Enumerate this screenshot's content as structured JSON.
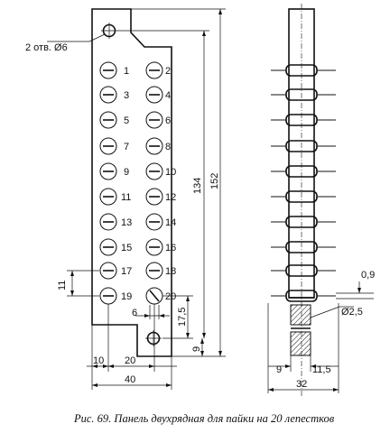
{
  "front": {
    "hole_callout": "2 отв. Ø6",
    "pins_left": [
      "1",
      "3",
      "5",
      "7",
      "9",
      "11",
      "13",
      "15",
      "17",
      "19"
    ],
    "pins_right": [
      "2",
      "4",
      "6",
      "8",
      "10",
      "12",
      "14",
      "16",
      "18",
      "20"
    ],
    "dim_11": "11",
    "dim_6": "6",
    "dim_17_5": "17,5",
    "dim_134": "134",
    "dim_152": "152",
    "dim_9": "9",
    "dim_10": "10",
    "dim_20": "20",
    "dim_40": "40"
  },
  "side": {
    "dim_0_9": "0,9",
    "dim_d2_5": "Ø2,5",
    "dim_9": "9",
    "dim_11_5": "11,5",
    "dim_32": "32"
  },
  "caption": "Рис. 69. Панель двухрядная для пайки на 20 лепестков"
}
